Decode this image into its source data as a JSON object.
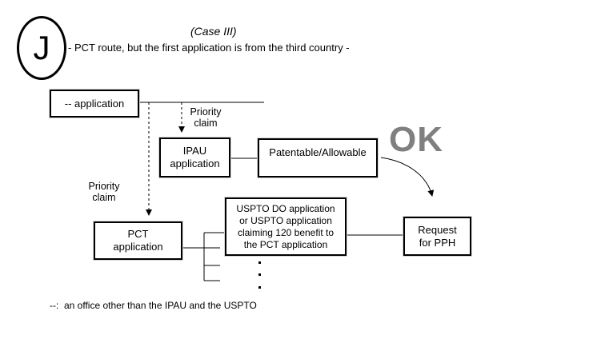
{
  "header": {
    "badge_letter": "J",
    "case_label": "(Case III)",
    "subtitle": "- PCT route, but the first application is from the third country -"
  },
  "boxes": {
    "first_application": "-- application",
    "ipau_application": "IPAU\napplication",
    "patentable": "Patentable/Allowable",
    "pct_application": "PCT\napplication",
    "uspto_application": "USPTO DO application\nor USPTO application\nclaiming 120 benefit to\nthe PCT application",
    "request_pph": "Request\nfor PPH"
  },
  "labels": {
    "priority_claim_1": "Priority\nclaim",
    "priority_claim_2": "Priority\nclaim",
    "ok_status": "OK"
  },
  "footnote": "--:  an office other than the IPAU and the USPTO",
  "colors": {
    "line": "#000000",
    "ok_gray": "#808080",
    "box_background": "#ffffff",
    "box_shadow": "#d6d6d6"
  }
}
